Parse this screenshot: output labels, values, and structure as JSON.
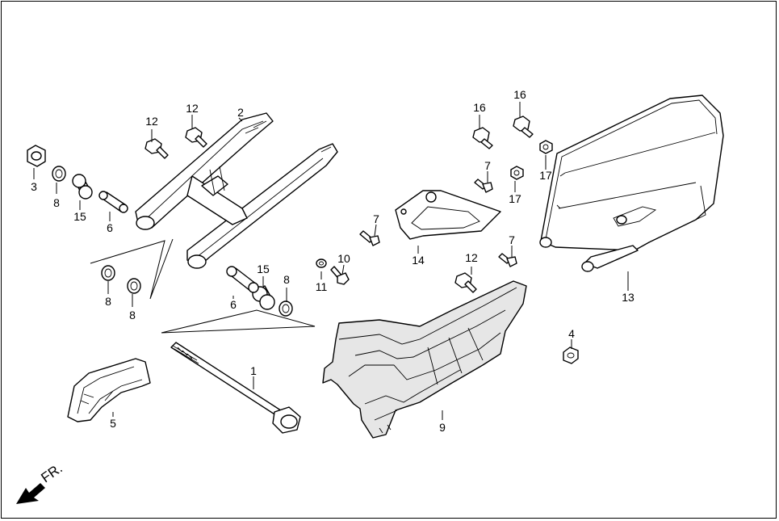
{
  "diagram": {
    "direction_label": "FR.",
    "callouts": [
      {
        "id": "c3",
        "text": "3"
      },
      {
        "id": "c8a",
        "text": "8"
      },
      {
        "id": "c15a",
        "text": "15"
      },
      {
        "id": "c6a",
        "text": "6"
      },
      {
        "id": "c12a",
        "text": "12"
      },
      {
        "id": "c12b",
        "text": "12"
      },
      {
        "id": "c2",
        "text": "2"
      },
      {
        "id": "c8b",
        "text": "8"
      },
      {
        "id": "c8c",
        "text": "8"
      },
      {
        "id": "c6b",
        "text": "6"
      },
      {
        "id": "c15b",
        "text": "15"
      },
      {
        "id": "c8d",
        "text": "8"
      },
      {
        "id": "c1",
        "text": "1"
      },
      {
        "id": "c5",
        "text": "5"
      },
      {
        "id": "c11",
        "text": "11"
      },
      {
        "id": "c10",
        "text": "10"
      },
      {
        "id": "c7a",
        "text": "7"
      },
      {
        "id": "c14",
        "text": "14"
      },
      {
        "id": "c16a",
        "text": "16"
      },
      {
        "id": "c7b",
        "text": "7"
      },
      {
        "id": "c16b",
        "text": "16"
      },
      {
        "id": "c17a",
        "text": "17"
      },
      {
        "id": "c17b",
        "text": "17"
      },
      {
        "id": "c7c",
        "text": "7"
      },
      {
        "id": "c12c",
        "text": "12"
      },
      {
        "id": "c13",
        "text": "13"
      },
      {
        "id": "c4",
        "text": "4"
      },
      {
        "id": "c9",
        "text": "9"
      }
    ]
  }
}
